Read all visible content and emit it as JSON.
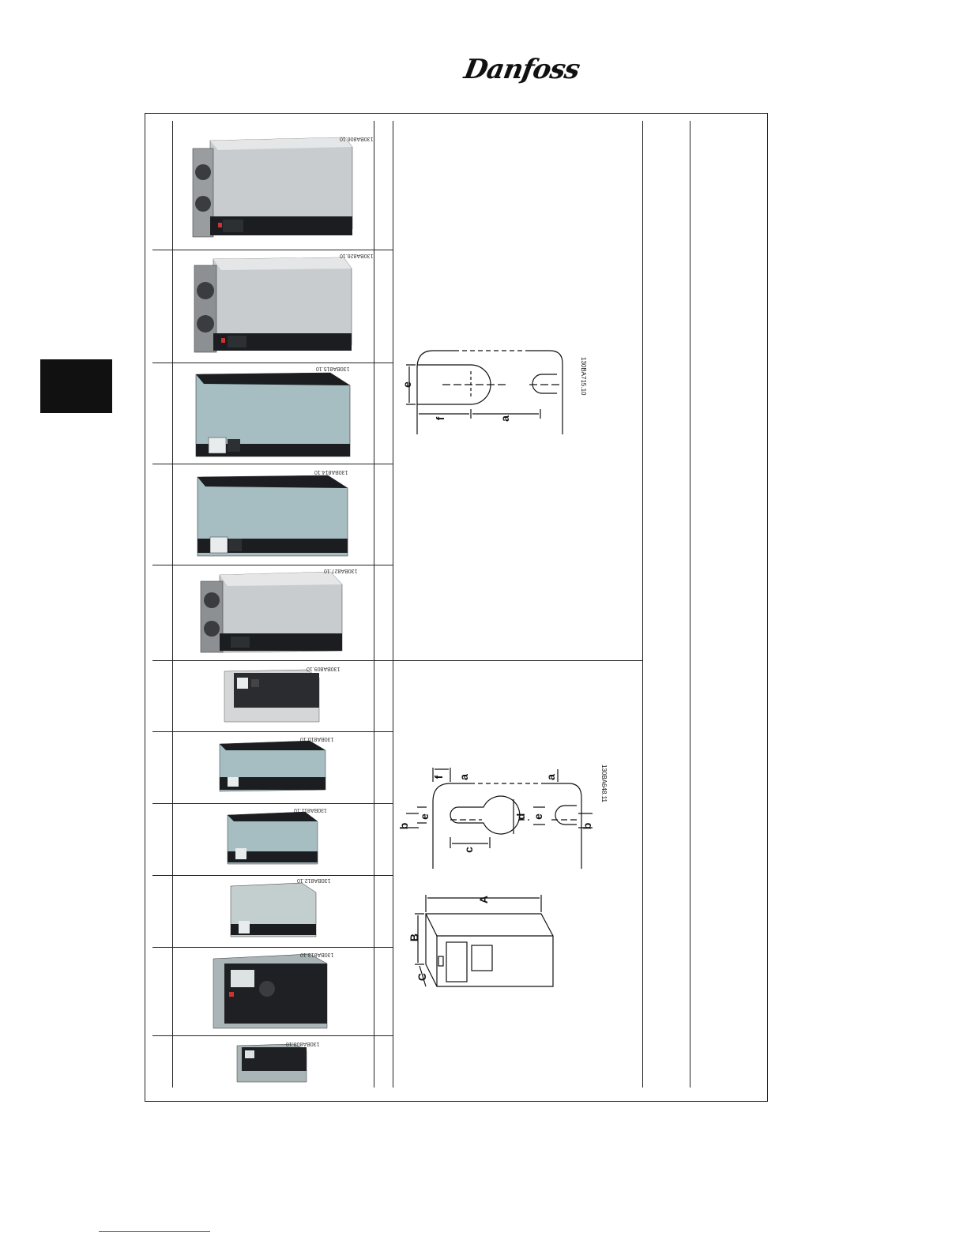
{
  "header": {
    "logo_text": "Danfoss"
  },
  "photos": {
    "refs": [
      "130BA806.10",
      "130BA826.10",
      "130BA815.10",
      "130BA814.10",
      "130BA827.10",
      "130BA809.10",
      "130BA810.10",
      "130BA811.10",
      "130BA812.10",
      "130BA813.10",
      "130BA808.10"
    ]
  },
  "drawing_top": {
    "ref": "130BA715.10",
    "labels": {
      "e": "e",
      "f": "f",
      "a": "a"
    }
  },
  "drawing_bottom": {
    "ref": "130BA648.11",
    "labels": {
      "a1": "a",
      "a2": "a",
      "b1": "b",
      "b2": "b",
      "c": "c",
      "d": "d",
      "e1": "e",
      "e2": "e",
      "f": "f"
    }
  },
  "drawing_box": {
    "labels": {
      "A": "A",
      "B": "B",
      "C": "C"
    }
  },
  "colors": {
    "ink": "#111111",
    "panel_dark": "#1b1d20",
    "panel_silver": "#cfd2d4",
    "panel_teal": "#9fb7bb"
  }
}
